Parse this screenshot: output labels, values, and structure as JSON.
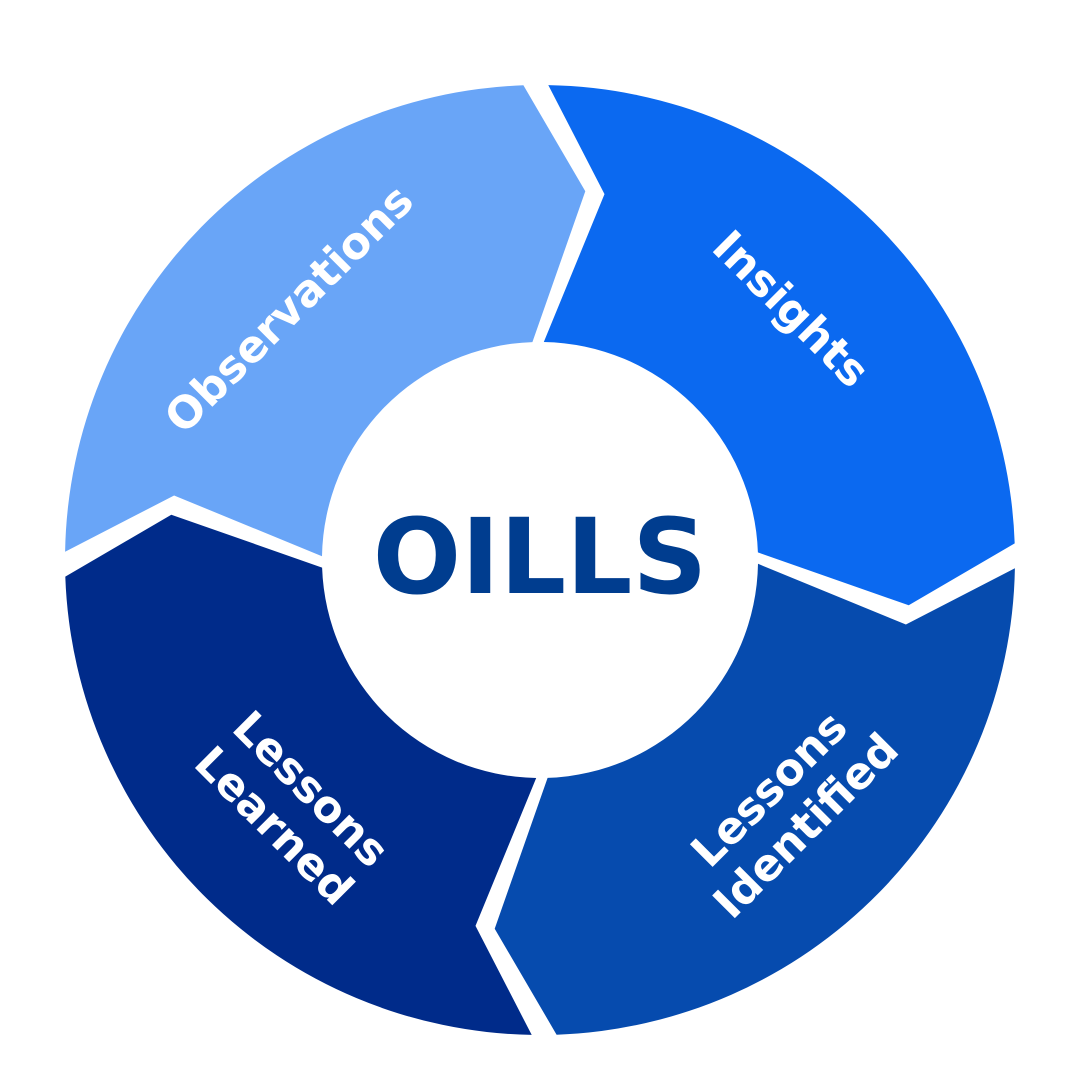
{
  "center": {
    "label": "OILLS",
    "color": "#003d8f"
  },
  "segments": [
    {
      "id": "observations",
      "label_lines": [
        "Observations"
      ],
      "color": "#69a5f7"
    },
    {
      "id": "insights",
      "label_lines": [
        "Insights"
      ],
      "color": "#0b69f0"
    },
    {
      "id": "lessons-identified",
      "label_lines": [
        "Lessons",
        "Identified"
      ],
      "color": "#064bae"
    },
    {
      "id": "lessons-learned",
      "label_lines": [
        "Lessons",
        "Learned"
      ],
      "color": "#002b8a"
    }
  ]
}
